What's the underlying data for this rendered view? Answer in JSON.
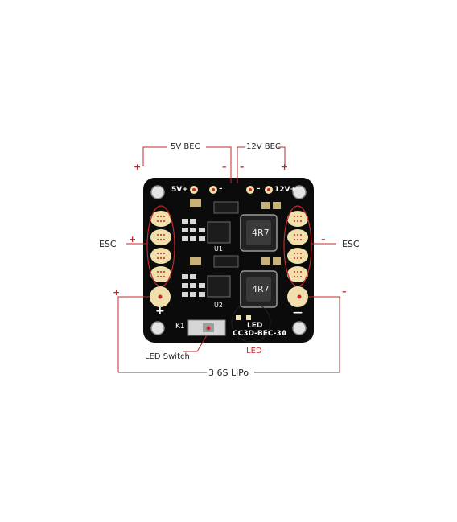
{
  "labels": {
    "bec5v": "5V BEC",
    "bec12v": "12V BEC",
    "esc_left": "ESC",
    "esc_right": "ESC",
    "led_switch": "LED Switch",
    "led": "LED",
    "lipo": "3 6S LiPo"
  },
  "signs": {
    "bec5v_plus": "+",
    "bec5v_minus": "–",
    "bec12v_minus": "–",
    "bec12v_plus": "+",
    "esc_left": "+",
    "esc_right": "–",
    "lipo_plus": "+",
    "lipo_minus": "–"
  },
  "board": {
    "pad_5v": "5V+",
    "pad_12v": "12V+",
    "pad_minus_a": "–",
    "pad_minus_b": "–",
    "inductor_1": "4R7",
    "inductor_2": "4R7",
    "u1": "U1",
    "u2": "U2",
    "k1": "K1",
    "silk_led": "LED",
    "model": "CC3D-BEC-3A",
    "plus_mark": "+",
    "minus_mark": "—"
  },
  "colors": {
    "pcb": "#0b0b0b",
    "pad": "#f1dfac",
    "annotation": "#c62828"
  }
}
